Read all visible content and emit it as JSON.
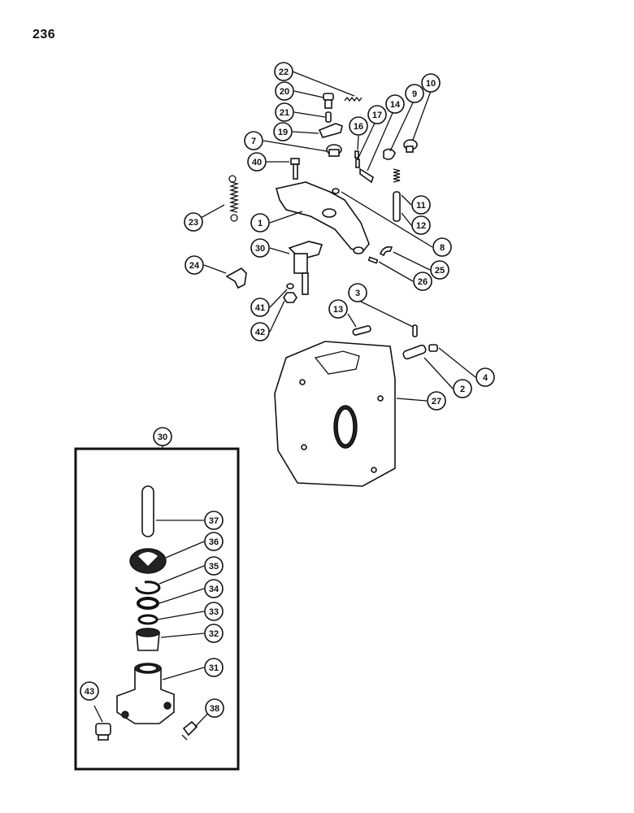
{
  "page": {
    "number": "236"
  },
  "inset": {
    "label": "30"
  },
  "callouts": [
    {
      "id": "c22",
      "label": "22"
    },
    {
      "id": "c20",
      "label": "20"
    },
    {
      "id": "c21",
      "label": "21"
    },
    {
      "id": "c19",
      "label": "19"
    },
    {
      "id": "c7",
      "label": "7"
    },
    {
      "id": "c40",
      "label": "40"
    },
    {
      "id": "c16",
      "label": "16"
    },
    {
      "id": "c17",
      "label": "17"
    },
    {
      "id": "c14",
      "label": "14"
    },
    {
      "id": "c9",
      "label": "9"
    },
    {
      "id": "c10",
      "label": "10"
    },
    {
      "id": "c11",
      "label": "11"
    },
    {
      "id": "c12",
      "label": "12"
    },
    {
      "id": "c23",
      "label": "23"
    },
    {
      "id": "c1",
      "label": "1"
    },
    {
      "id": "c8",
      "label": "8"
    },
    {
      "id": "c25",
      "label": "25"
    },
    {
      "id": "c26",
      "label": "26"
    },
    {
      "id": "c30",
      "label": "30"
    },
    {
      "id": "c24",
      "label": "24"
    },
    {
      "id": "c41",
      "label": "41"
    },
    {
      "id": "c42",
      "label": "42"
    },
    {
      "id": "c13",
      "label": "13"
    },
    {
      "id": "c3",
      "label": "3"
    },
    {
      "id": "c4",
      "label": "4"
    },
    {
      "id": "c2",
      "label": "2"
    },
    {
      "id": "c27",
      "label": "27"
    },
    {
      "id": "c37",
      "label": "37"
    },
    {
      "id": "c36",
      "label": "36"
    },
    {
      "id": "c35",
      "label": "35"
    },
    {
      "id": "c34",
      "label": "34"
    },
    {
      "id": "c33",
      "label": "33"
    },
    {
      "id": "c32",
      "label": "32"
    },
    {
      "id": "c31",
      "label": "31"
    },
    {
      "id": "c43",
      "label": "43"
    },
    {
      "id": "c38",
      "label": "38"
    }
  ]
}
